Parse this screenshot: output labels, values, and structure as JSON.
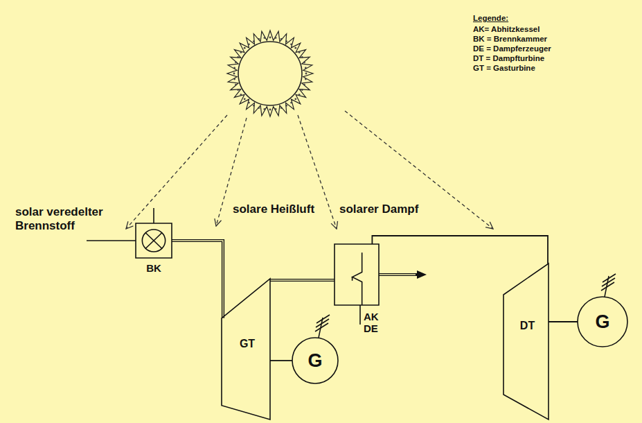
{
  "diagram": {
    "nodes": [
      {
        "text": [
          "BK"
        ]
      },
      {
        "text": [
          "GT"
        ]
      },
      {
        "text": [
          "G"
        ]
      },
      {
        "text": [
          "AK DE"
        ]
      },
      {
        "text": [
          "DT"
        ]
      },
      {
        "text": [
          "G"
        ]
      }
    ],
    "edges": [
      {
        "from": 0,
        "to": 1,
        "arrow": "none"
      },
      {
        "from": 1,
        "to": 2,
        "arrow": "none"
      },
      {
        "from": 1,
        "to": 3,
        "arrow": "none"
      },
      {
        "from": 3,
        "to": 4,
        "arrow": "none"
      },
      {
        "from": 4,
        "to": 5,
        "arrow": "none"
      }
    ],
    "labels": [
      "solar veredelter Brennstoff",
      "solare Heißluft",
      "solarer Dampf",
      "Legende:"
    ],
    "legend": [
      {
        "text": "AK= Abhitzkessel"
      },
      {
        "text": "BK = Brennkammer"
      },
      {
        "text": "DE = Dampferzeuger"
      },
      {
        "text": "DT = Dampfturbine"
      },
      {
        "text": "GT = Gasturbine"
      }
    ]
  }
}
